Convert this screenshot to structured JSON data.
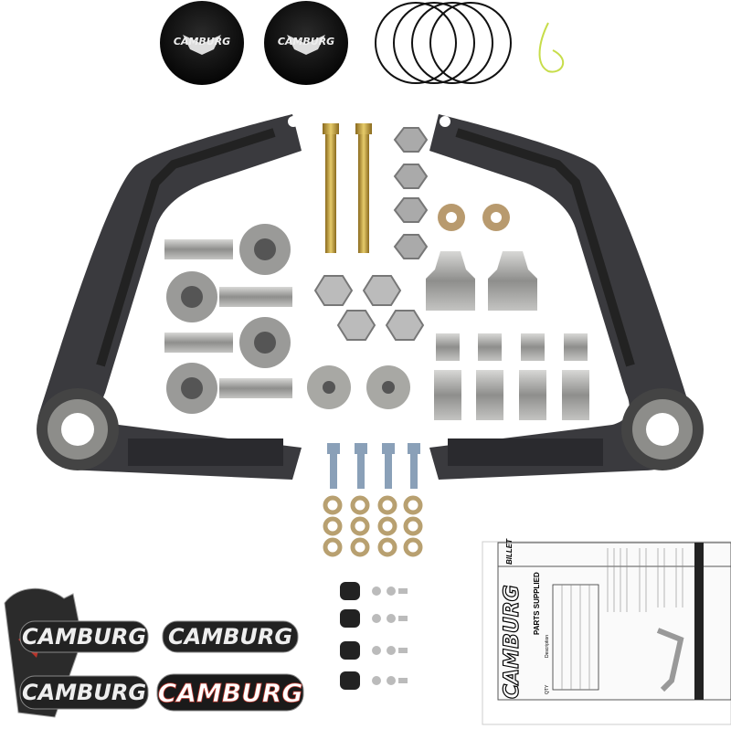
{
  "scene": {
    "brand": "CAMBURG",
    "dust_caps": [
      {
        "logo": "CAMBURG"
      },
      {
        "logo": "CAMBURG"
      }
    ],
    "stickers": [
      {
        "text": "CAMBURG"
      },
      {
        "text": "CAMBURG"
      },
      {
        "text": "CAMBURG"
      },
      {
        "text": "CAMBURG"
      }
    ],
    "instruction_sheet": {
      "title": "BILLET",
      "brand": "CAMBURG",
      "parts_heading": "PARTS SUPPLIED",
      "col_qty": "QTY",
      "col_desc": "Description"
    }
  },
  "colors": {
    "arm": "#3a3a3e",
    "steel": "#9a9a98",
    "brass": "#c9a54a",
    "cap": "#111111",
    "sticker_red": "#b8342a"
  }
}
